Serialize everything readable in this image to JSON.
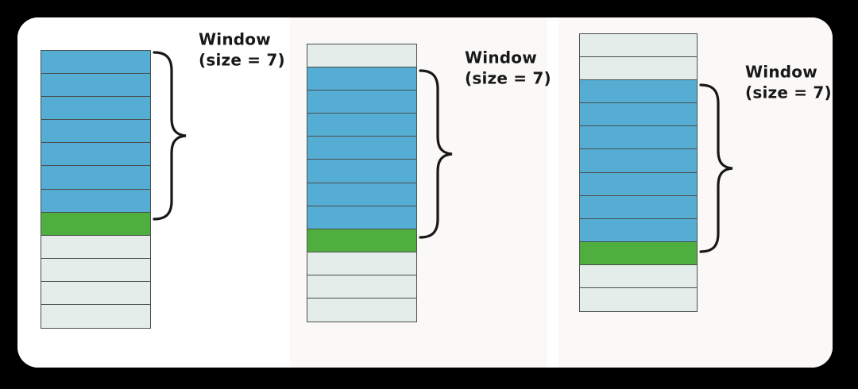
{
  "figure": {
    "title": "Sliding window over a sequence of elements",
    "background_color": "#000000",
    "card_color": "#ffffff",
    "panel_alt_color": "#faf9f7",
    "colors": {
      "window_cell": "#55add4",
      "next_cell": "#4eaf3e",
      "empty_cell": "#e4ede9",
      "cell_border": "#4a4f4d",
      "label_text": "#181818"
    }
  },
  "panels": [
    {
      "id": "panel-1",
      "name": "step-1",
      "window_size": 7,
      "window_start_index": 0,
      "window_end_index": 6,
      "next_index": 7,
      "total_cells": 12,
      "cells": [
        "blue",
        "blue",
        "blue",
        "blue",
        "blue",
        "blue",
        "blue",
        "green",
        "light",
        "light",
        "light",
        "light"
      ],
      "label": {
        "line1": "Window",
        "line2": "(size = 7)"
      }
    },
    {
      "id": "panel-2",
      "name": "step-2",
      "window_size": 7,
      "window_start_index": 1,
      "window_end_index": 7,
      "next_index": 8,
      "total_cells": 12,
      "cells": [
        "light",
        "blue",
        "blue",
        "blue",
        "blue",
        "blue",
        "blue",
        "blue",
        "green",
        "light",
        "light",
        "light"
      ],
      "label": {
        "line1": "Window",
        "line2": "(size = 7)"
      }
    },
    {
      "id": "panel-3",
      "name": "step-3",
      "window_size": 7,
      "window_start_index": 2,
      "window_end_index": 8,
      "next_index": 9,
      "total_cells": 12,
      "cells": [
        "light",
        "light",
        "blue",
        "blue",
        "blue",
        "blue",
        "blue",
        "blue",
        "blue",
        "green",
        "light",
        "light"
      ],
      "label": {
        "line1": "Window",
        "line2": "(size = 7)"
      }
    }
  ]
}
